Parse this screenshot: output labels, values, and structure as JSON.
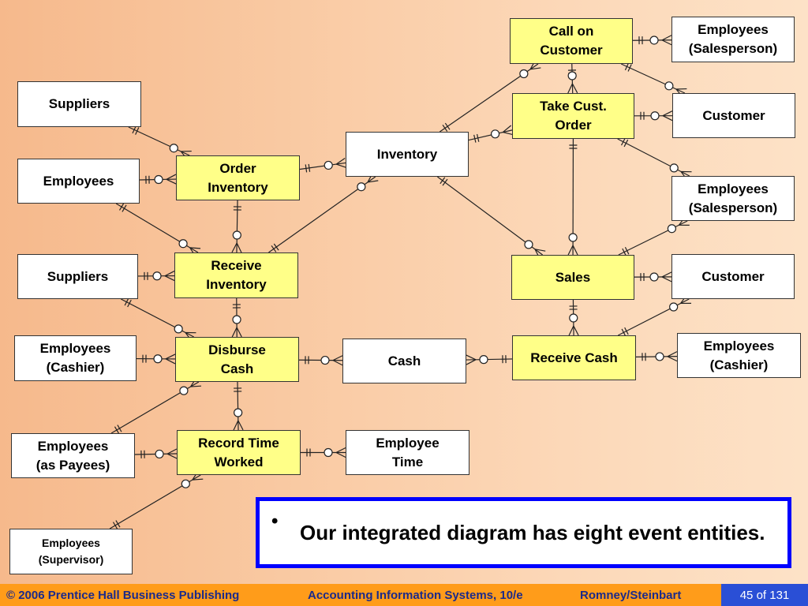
{
  "diagram": {
    "entities": [
      {
        "id": "call-on-customer",
        "label": "Call on\nCustomer",
        "kind": "event"
      },
      {
        "id": "take-cust-order",
        "label": "Take Cust.\nOrder",
        "kind": "event"
      },
      {
        "id": "sales",
        "label": "Sales",
        "kind": "event"
      },
      {
        "id": "receive-cash",
        "label": "Receive Cash",
        "kind": "event"
      },
      {
        "id": "order-inventory",
        "label": "Order\nInventory",
        "kind": "event"
      },
      {
        "id": "receive-inventory",
        "label": "Receive\nInventory",
        "kind": "event"
      },
      {
        "id": "disburse-cash",
        "label": "Disburse\nCash",
        "kind": "event"
      },
      {
        "id": "record-time-worked",
        "label": "Record Time\nWorked",
        "kind": "event"
      },
      {
        "id": "inventory",
        "label": "Inventory",
        "kind": "resource"
      },
      {
        "id": "cash",
        "label": "Cash",
        "kind": "resource"
      },
      {
        "id": "employee-time",
        "label": "Employee\nTime",
        "kind": "resource"
      },
      {
        "id": "suppliers-1",
        "label": "Suppliers",
        "kind": "agent"
      },
      {
        "id": "employees-1",
        "label": "Employees",
        "kind": "agent"
      },
      {
        "id": "suppliers-2",
        "label": "Suppliers",
        "kind": "agent"
      },
      {
        "id": "employees-cashier-1",
        "label": "Employees\n(Cashier)",
        "kind": "agent"
      },
      {
        "id": "employees-payees",
        "label": "Employees\n(as Payees)",
        "kind": "agent"
      },
      {
        "id": "employees-supervisor",
        "label": "Employees\n(Supervisor)",
        "kind": "agent"
      },
      {
        "id": "employees-salesperson-1",
        "label": "Employees\n(Salesperson)",
        "kind": "agent"
      },
      {
        "id": "customer-1",
        "label": "Customer",
        "kind": "agent"
      },
      {
        "id": "employees-salesperson-2",
        "label": "Employees\n(Salesperson)",
        "kind": "agent"
      },
      {
        "id": "customer-2",
        "label": "Customer",
        "kind": "agent"
      },
      {
        "id": "employees-cashier-2",
        "label": "Employees\n(Cashier)",
        "kind": "agent"
      }
    ],
    "relationships": [
      {
        "from": "suppliers-1",
        "to": "order-inventory"
      },
      {
        "from": "employees-1",
        "to": "order-inventory"
      },
      {
        "from": "order-inventory",
        "to": "inventory"
      },
      {
        "from": "order-inventory",
        "to": "receive-inventory"
      },
      {
        "from": "employees-1",
        "to": "receive-inventory"
      },
      {
        "from": "suppliers-2",
        "to": "receive-inventory"
      },
      {
        "from": "receive-inventory",
        "to": "inventory"
      },
      {
        "from": "suppliers-2",
        "to": "disburse-cash"
      },
      {
        "from": "receive-inventory",
        "to": "disburse-cash"
      },
      {
        "from": "employees-cashier-1",
        "to": "disburse-cash"
      },
      {
        "from": "disburse-cash",
        "to": "cash"
      },
      {
        "from": "employees-payees",
        "to": "disburse-cash"
      },
      {
        "from": "disburse-cash",
        "to": "record-time-worked"
      },
      {
        "from": "employees-payees",
        "to": "record-time-worked"
      },
      {
        "from": "employees-supervisor",
        "to": "record-time-worked"
      },
      {
        "from": "record-time-worked",
        "to": "employee-time"
      },
      {
        "from": "inventory",
        "to": "call-on-customer"
      },
      {
        "from": "inventory",
        "to": "take-cust-order"
      },
      {
        "from": "inventory",
        "to": "sales"
      },
      {
        "from": "call-on-customer",
        "to": "employees-salesperson-1"
      },
      {
        "from": "call-on-customer",
        "to": "customer-1"
      },
      {
        "from": "call-on-customer",
        "to": "take-cust-order"
      },
      {
        "from": "take-cust-order",
        "to": "customer-1"
      },
      {
        "from": "take-cust-order",
        "to": "employees-salesperson-2"
      },
      {
        "from": "take-cust-order",
        "to": "sales"
      },
      {
        "from": "sales",
        "to": "employees-salesperson-2"
      },
      {
        "from": "sales",
        "to": "customer-2"
      },
      {
        "from": "sales",
        "to": "receive-cash"
      },
      {
        "from": "receive-cash",
        "to": "customer-2"
      },
      {
        "from": "receive-cash",
        "to": "employees-cashier-2"
      },
      {
        "from": "receive-cash",
        "to": "cash"
      }
    ]
  },
  "note": {
    "bullet": "•",
    "text": "Our integrated diagram has eight event entities."
  },
  "footer": {
    "copyright": "© 2006 Prentice Hall Business Publishing",
    "book": "Accounting Information Systems, 10/e",
    "authors": "Romney/Steinbart",
    "page": "45 of 131"
  },
  "colors": {
    "event_fill": "#ffff88",
    "agent_fill": "#ffffff",
    "note_border": "#0000ff",
    "footer_bar": "#ff9c1a",
    "footer_text": "#1b2a8a",
    "page_badge": "#2a4fd6"
  }
}
